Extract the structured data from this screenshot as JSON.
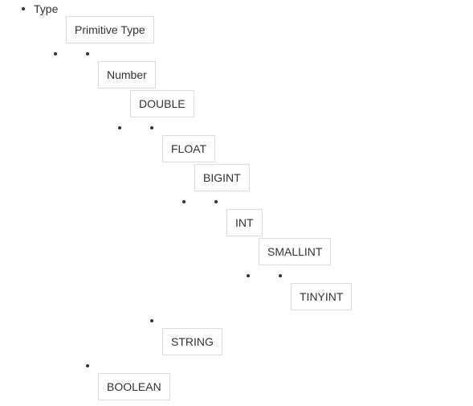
{
  "tree": {
    "root": "Type",
    "nodes": {
      "primitive_type": "Primitive Type",
      "number": "Number",
      "double": "DOUBLE",
      "float": "FLOAT",
      "bigint": "BIGINT",
      "int": "INT",
      "smallint": "SMALLINT",
      "tinyint": "TINYINT",
      "string": "STRING",
      "boolean": "BOOLEAN"
    }
  }
}
